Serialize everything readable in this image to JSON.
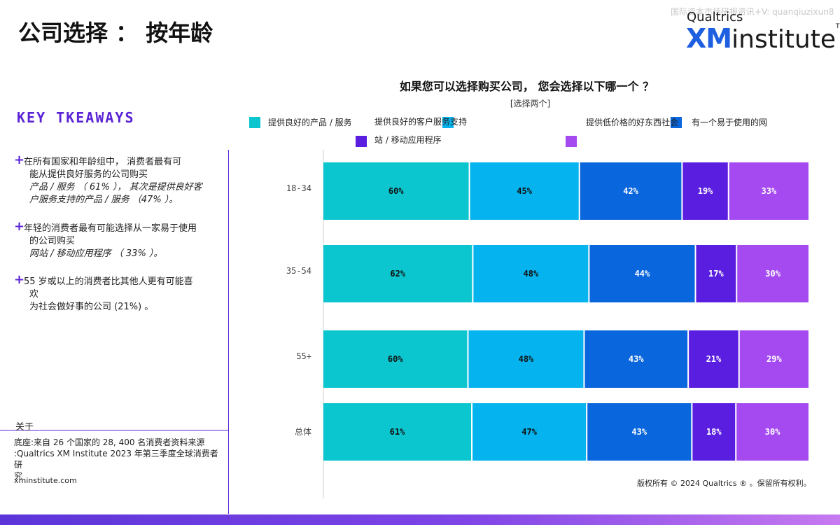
{
  "watermark": "国际资本市场研报资讯+V: quanqiuzixun8",
  "title": "公司选择 ： 按年龄",
  "logo": {
    "top": "Qualtrics",
    "xm": "XM",
    "institute": "institute",
    "tm": "TM"
  },
  "key_takeaways": {
    "heading": "KEY TKEAWAYS",
    "bullets": [
      {
        "l1": "在所有国家和年龄组中，  消费者最有可",
        "l2": "能从提供良好服务的公司购买",
        "l3": "产品 / 服务 （ 61% ）， 其次是提供良好客",
        "l4": "户服务支持的产品 / 服务 （47% ）。"
      },
      {
        "l1": "年轻的消费者最有可能选择从一家易于使用",
        "l2": "的公司购买",
        "l3": "网站 /  移动应用程序 （ 33% ）。"
      },
      {
        "l1": "55 岁或以上的消费者比其他人更有可能喜",
        "l2": "欢",
        "l3": "为社会做好事的公司 (21%) 。"
      }
    ]
  },
  "footer": {
    "about": "关于",
    "source_l1": "底座:来自 26 个国家的 28, 400 名消费者资料来源",
    "source_l2": ":Qualtrics XM Institute 2023 年第三季度全球消费者研",
    "source_l3": "究",
    "site": "xminstitute.com",
    "copyright": "版权所有 © 2024 Qualtrics ® 。保留所有权利。"
  },
  "legend": [
    {
      "label": "提供良好的产品 / 服务"
    },
    {
      "label": "提供良好的客户服务支持"
    },
    {
      "label": "提供低价格的好东西社会"
    },
    {
      "label": "有一个易于使用的网"
    },
    {
      "label": "站 / 移动应用程序"
    }
  ],
  "colors": [
    "#0cc6cf",
    "#05b4ee",
    "#0a66dd",
    "#5a1ee0",
    "#a44af0"
  ],
  "chart_data": {
    "type": "bar",
    "orientation": "horizontal",
    "stacked": true,
    "title": "如果您可以选择购买公司， 您会选择以下哪一个 ？",
    "subtitle": "[选择两个]",
    "categories": [
      "18-34",
      "35-54",
      "55+",
      "总体"
    ],
    "series": [
      {
        "name": "提供良好的产品 / 服务",
        "values": [
          60,
          62,
          60,
          61
        ]
      },
      {
        "name": "提供良好的客户服务支持",
        "values": [
          45,
          48,
          48,
          47
        ]
      },
      {
        "name": "提供低价格的好东西",
        "values": [
          42,
          44,
          43,
          43
        ]
      },
      {
        "name": "社会",
        "values": [
          19,
          17,
          21,
          18
        ]
      },
      {
        "name": "有一个易于使用的网站 / 移动应用程序",
        "values": [
          33,
          30,
          29,
          30
        ]
      }
    ],
    "value_suffix": "%",
    "grid": false,
    "legend_position": "top"
  }
}
